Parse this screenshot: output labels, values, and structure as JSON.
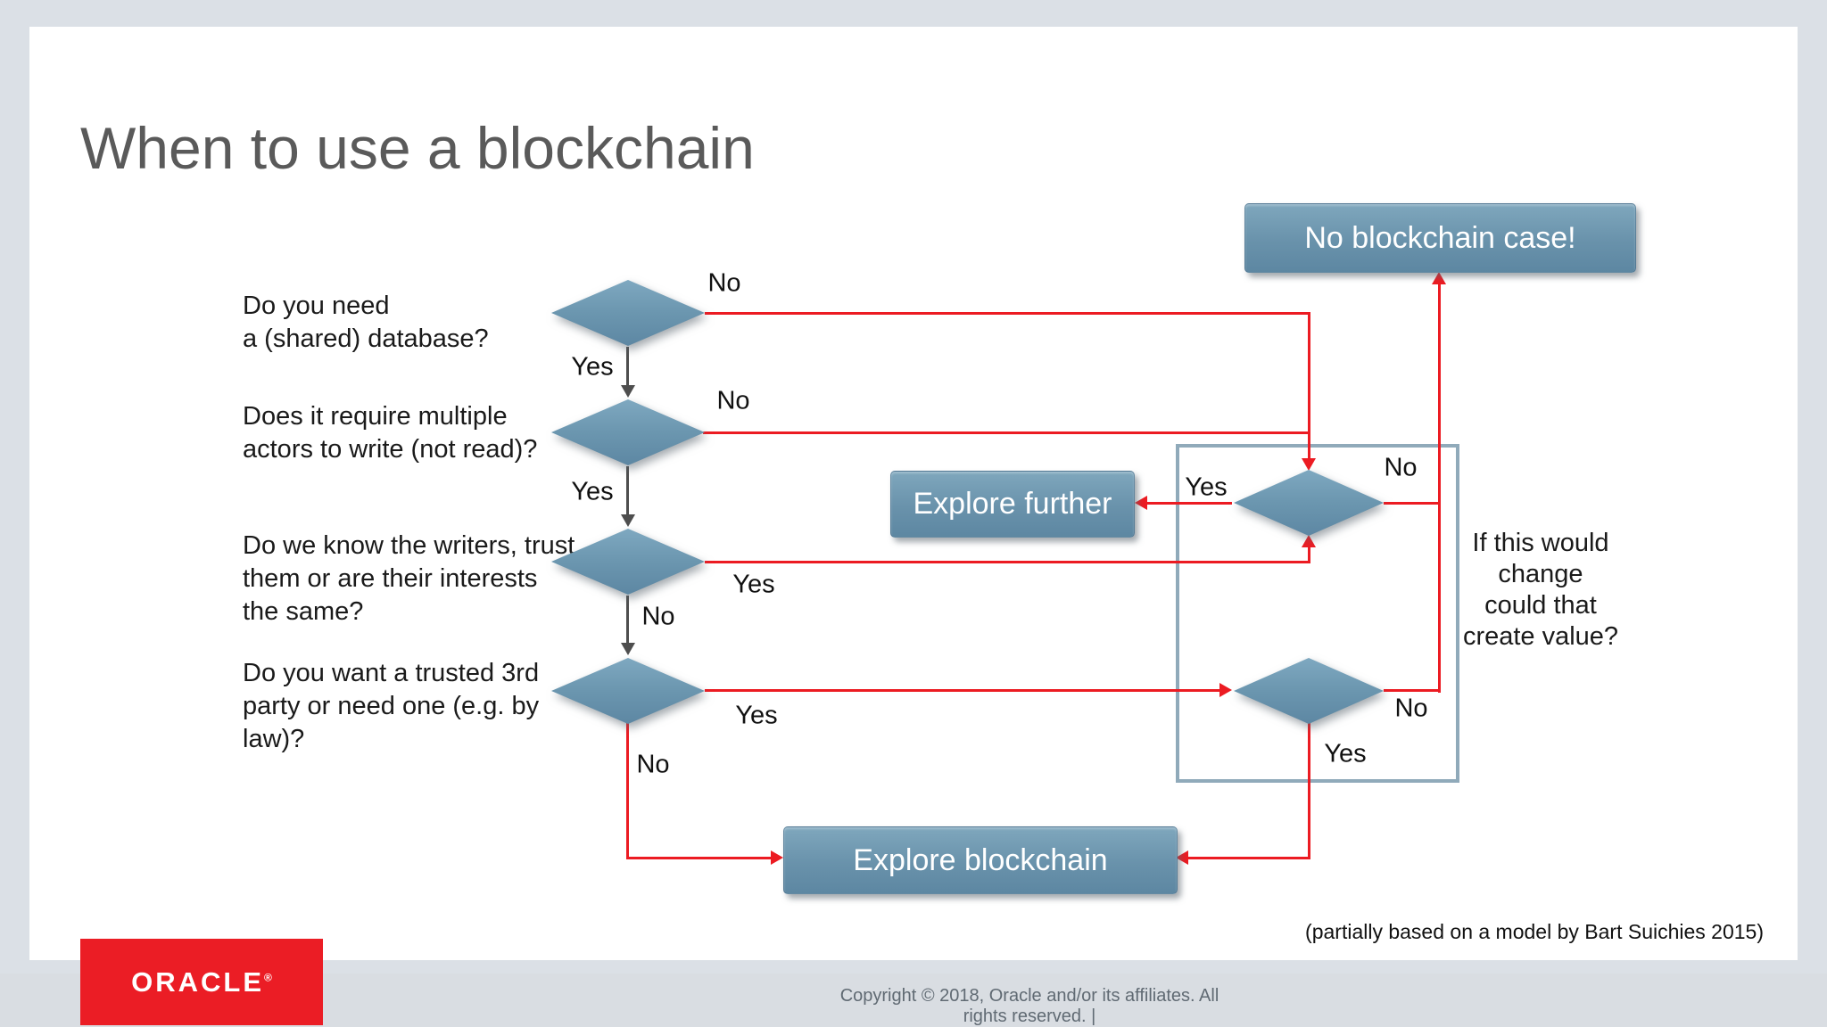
{
  "title": "When to use a blockchain",
  "questions": {
    "q1": [
      "Do you need",
      "a (shared) database?"
    ],
    "q2": [
      "Does it require multiple",
      "actors to write (not read)?"
    ],
    "q3": [
      "Do we know the writers, trust",
      "them or are their interests",
      "the same?"
    ],
    "q4": [
      "Do you want a trusted 3rd",
      "party or need one (e.g. by",
      "law)?"
    ]
  },
  "boxes": {
    "no_blockchain": "No blockchain case!",
    "explore_further": "Explore further",
    "explore_blockchain": "Explore blockchain"
  },
  "labels": {
    "d1_no": "No",
    "d1_yes": "Yes",
    "d2_no": "No",
    "d2_yes": "Yes",
    "d3_yes": "Yes",
    "d3_no": "No",
    "d4_yes": "Yes",
    "d4_no": "No",
    "da_yes": "Yes",
    "da_no": "No",
    "db_no": "No",
    "db_yes": "Yes"
  },
  "side_note": [
    "If this would",
    "change",
    "could that",
    "create value?"
  ],
  "attribution": "(partially based on a model by Bart Suichies 2015)",
  "footer": {
    "logo": "ORACLE",
    "registered": "®",
    "copyright": "Copyright © 2018, Oracle and/or its affiliates. All rights reserved.  |"
  },
  "colors": {
    "accent_red": "#ec1b22",
    "diamond_blue_top": "#7ea8c0",
    "diamond_blue_bottom": "#5d87a3",
    "scope_border": "#90aaba",
    "title_gray": "#5a5a5a",
    "background": "#dbe0e6",
    "oracle_red": "#eb1d25"
  }
}
